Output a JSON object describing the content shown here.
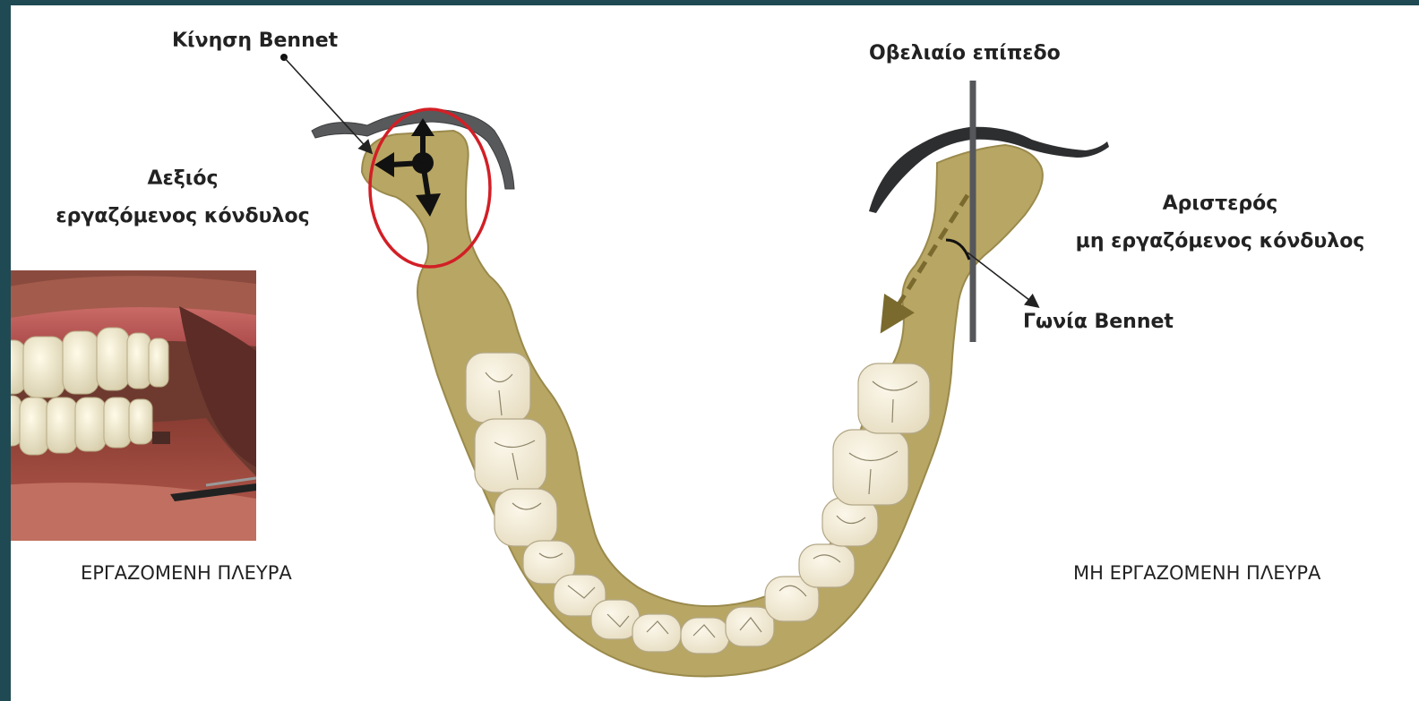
{
  "labels": {
    "bennet_movement": "Κίνηση Bennet",
    "sagittal_plane": "Οβελιαίο επίπεδο",
    "right_condyle_line1": "Δεξιός",
    "right_condyle_line2": "εργαζόμενος κόνδυλος",
    "left_condyle_line1": "Αριστερός",
    "left_condyle_line2": "μη εργαζόμενος κόνδυλος",
    "bennet_angle": "Γωνία Bennet",
    "working_side": "ΕΡΓΑΖΟΜΕΝΗ  ΠΛΕΥΡΑ",
    "non_working_side": "ΜΗ ΕΡΓΑΖΟΜΕΝΗ  ΠΛΕΥΡΑ"
  },
  "colors": {
    "background_frame": "#1f4a53",
    "mandible_fill": "#b8a664",
    "mandible_stroke": "#9a8a4c",
    "highlight_circle": "#d21f26",
    "sagittal_line": "#55575a",
    "tooth_fill": "#f4efe0"
  },
  "icons": {
    "movement_arrows": "four-way-arrow-icon"
  }
}
